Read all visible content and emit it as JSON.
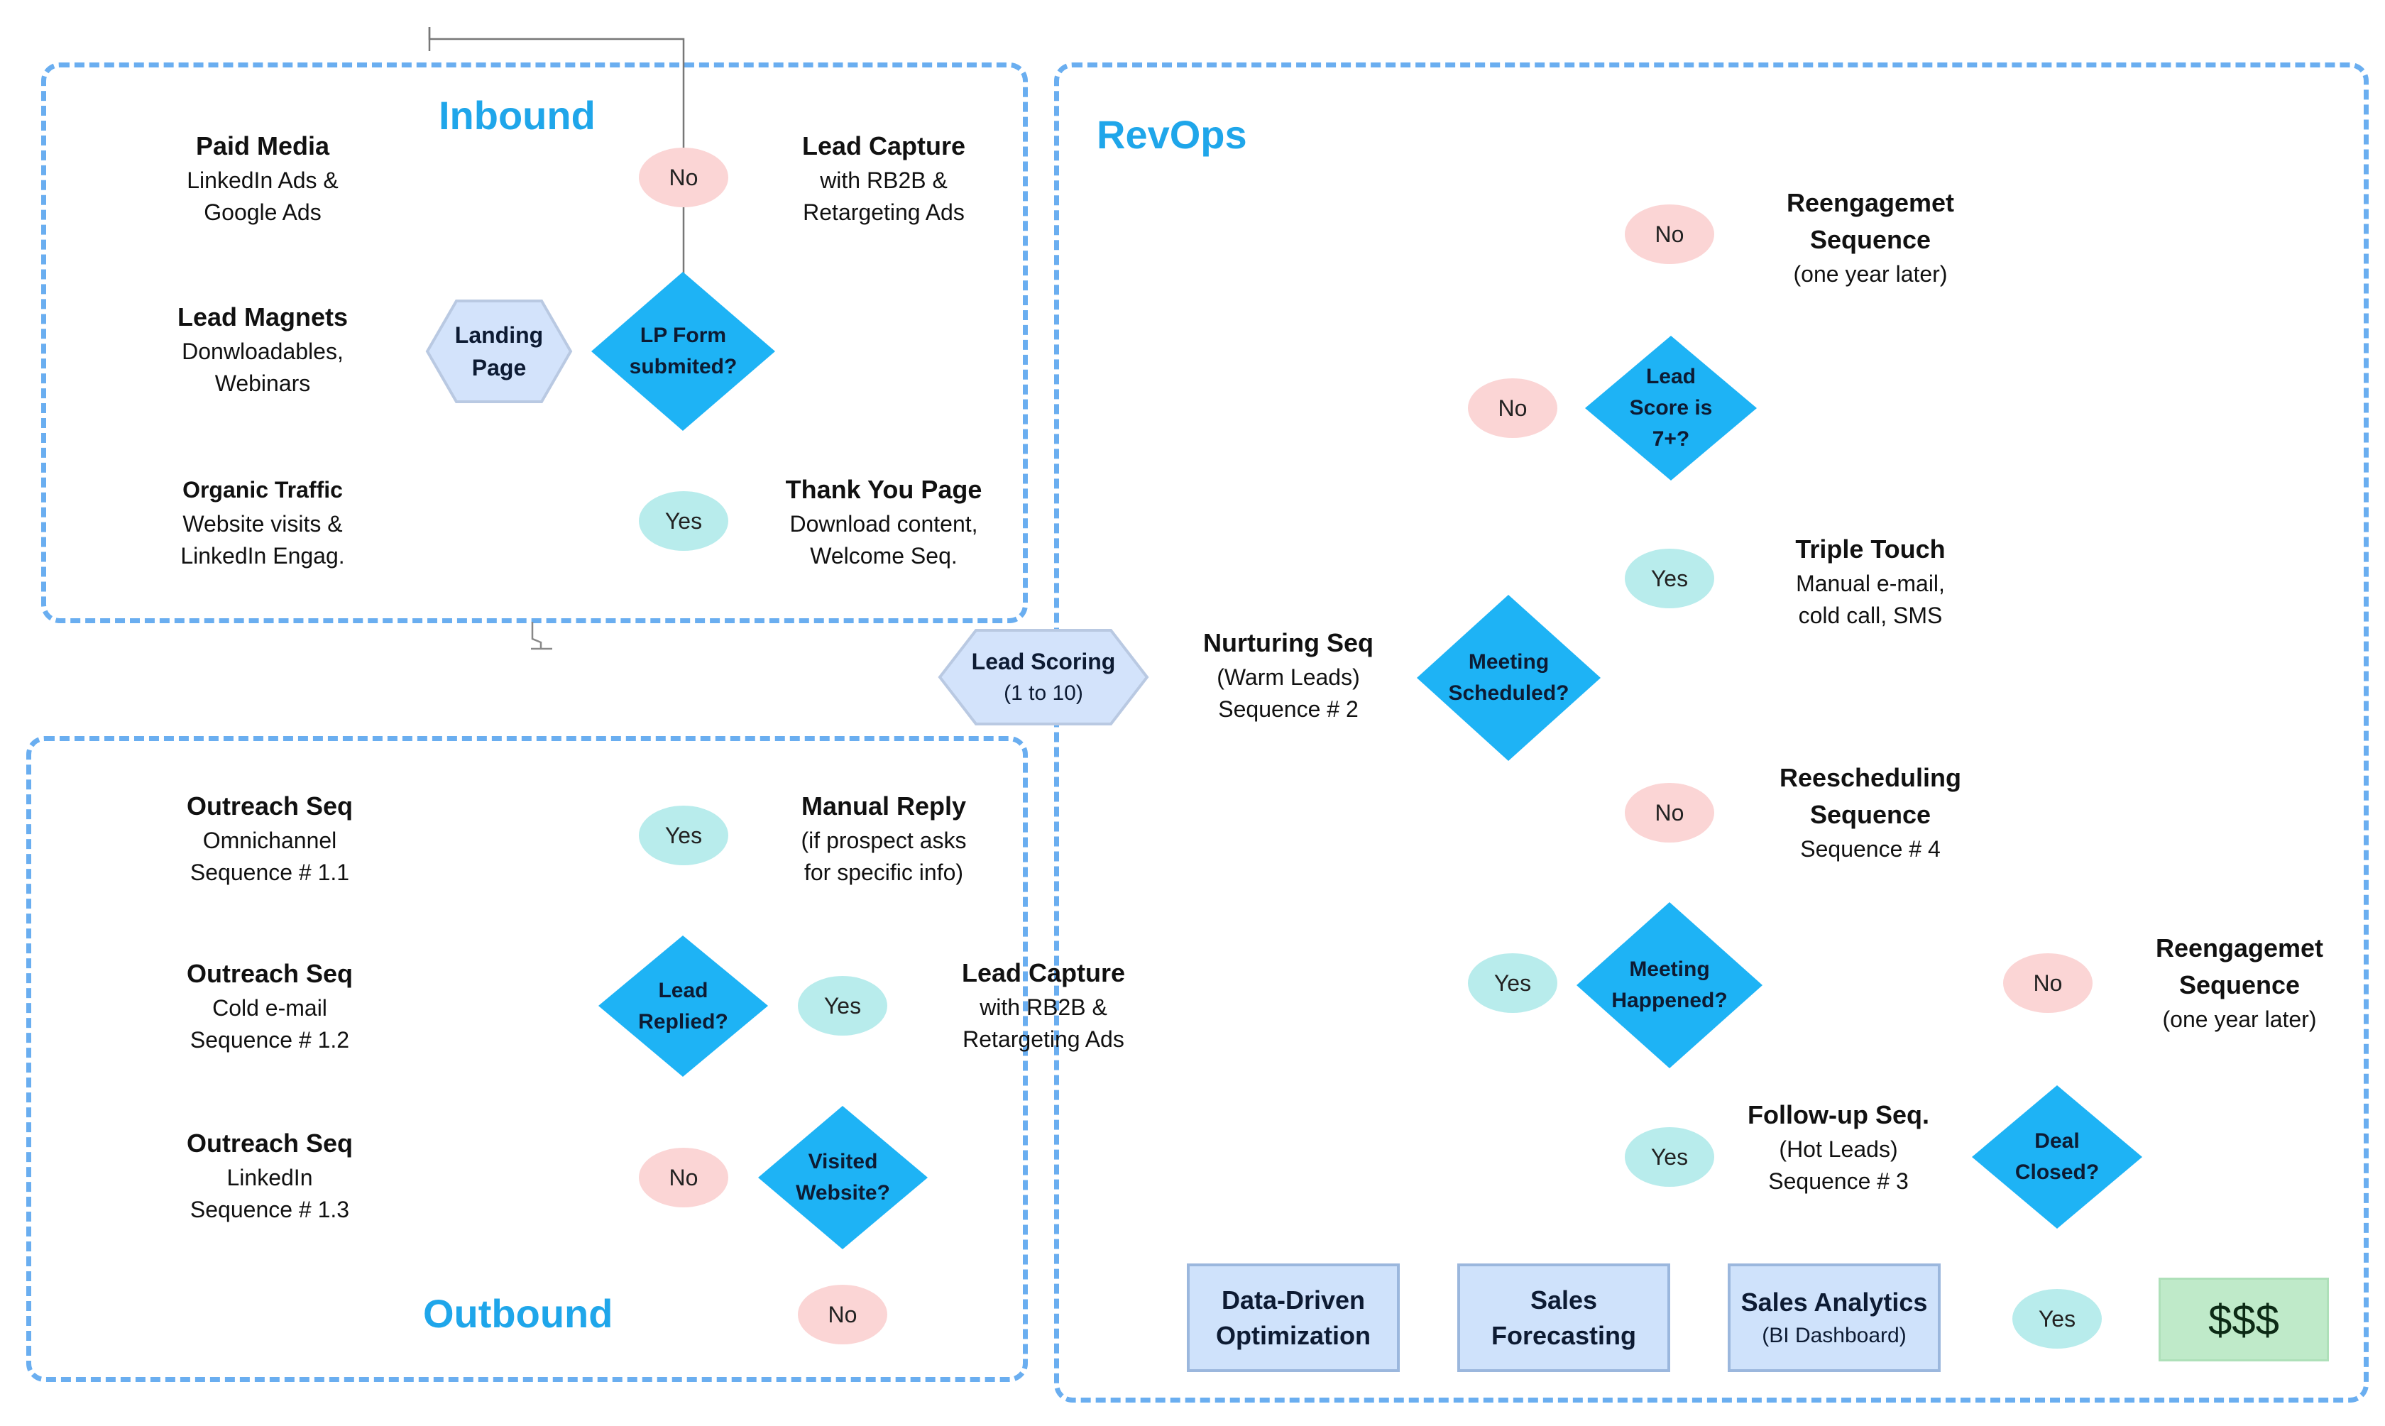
{
  "frames": {
    "inbound_title": "Inbound",
    "revops_title": "RevOps",
    "outbound_title": "Outbound"
  },
  "inbound": {
    "paid_media": {
      "title": "Paid Media",
      "line1": "LinkedIn Ads &",
      "line2": "Google Ads"
    },
    "lead_magnets": {
      "title": "Lead Magnets",
      "line1": "Donwloadables,",
      "line2": "Webinars"
    },
    "organic_traffic": {
      "title": "Organic Traffic",
      "line1": "Website visits &",
      "line2": "LinkedIn Engag."
    },
    "landing_page": {
      "line1": "Landing",
      "line2": "Page"
    },
    "lp_form": {
      "line1": "LP Form",
      "line2": "submited?"
    },
    "no_label": "No",
    "yes_label": "Yes",
    "lead_capture": {
      "title": "Lead Capture",
      "line1": "with RB2B &",
      "line2": "Retargeting Ads"
    },
    "thank_you": {
      "title": "Thank You Page",
      "line1": "Download content,",
      "line2": "Welcome Seq."
    }
  },
  "lead_scoring": {
    "title": "Lead Scoring",
    "sub": "(1 to 10)"
  },
  "outbound": {
    "seq_1_1": {
      "title": "Outreach Seq",
      "line1": "Omnichannel",
      "line2": "Sequence # 1.1"
    },
    "seq_1_2": {
      "title": "Outreach Seq",
      "line1": "Cold e-mail",
      "line2": "Sequence # 1.2"
    },
    "seq_1_3": {
      "title": "Outreach Seq",
      "line1": "LinkedIn",
      "line2": "Sequence # 1.3"
    },
    "yes_manual": "Yes",
    "manual_reply": {
      "title": "Manual Reply",
      "line1": "(if prospect asks",
      "line2": "for specific info)"
    },
    "lead_replied": {
      "line1": "Lead",
      "line2": "Replied?"
    },
    "yes_capture": "Yes",
    "lead_capture": {
      "title": "Lead Capture",
      "line1": "with RB2B &",
      "line2": "Retargeting Ads"
    },
    "no_visited": "No",
    "visited_website": {
      "line1": "Visited",
      "line2": "Website?"
    },
    "no_bottom": "No"
  },
  "revops": {
    "no_reengage": "No",
    "reengage_1": {
      "title1": "Reengagemet",
      "title2": "Sequence",
      "sub": "(one year later)"
    },
    "no_score": "No",
    "lead_score": {
      "line1": "Lead",
      "line2": "Score is",
      "line3": "7+?"
    },
    "yes_triple": "Yes",
    "triple_touch": {
      "title": "Triple Touch",
      "line1": "Manual e-mail,",
      "line2": "cold call, SMS"
    },
    "nurturing": {
      "title": "Nurturing Seq",
      "line1": "(Warm Leads)",
      "line2": "Sequence # 2"
    },
    "meeting_scheduled": {
      "line1": "Meeting",
      "line2": "Scheduled?"
    },
    "no_resched": "No",
    "rescheduling": {
      "title1": "Reescheduling",
      "title2": "Sequence",
      "sub": "Sequence # 4"
    },
    "yes_happened": "Yes",
    "meeting_happened": {
      "line1": "Meeting",
      "line2": "Happened?"
    },
    "no_deal": "No",
    "reengage_2": {
      "title1": "Reengagemet",
      "title2": "Sequence",
      "sub": "(one year later)"
    },
    "yes_followup": "Yes",
    "followup": {
      "title": "Follow-up Seq.",
      "line1": "(Hot Leads)",
      "line2": "Sequence # 3"
    },
    "deal_closed": {
      "line1": "Deal",
      "line2": "Closed?"
    },
    "cards": {
      "data_driven": {
        "line1": "Data-Driven",
        "line2": "Optimization"
      },
      "forecasting": {
        "line1": "Sales",
        "line2": "Forecasting"
      },
      "analytics": {
        "title": "Sales Analytics",
        "sub": "(BI Dashboard)"
      }
    },
    "yes_money": "Yes",
    "money": "$$$"
  },
  "colors": {
    "frame_border": "#6aaef0",
    "title_blue": "#1fa6ea",
    "diamond": "#1eb3f5",
    "no_pill": "#fbd5d5",
    "yes_pill": "#b8ecec",
    "hexagon": "#d3e3fb",
    "card": "#cfe2fb",
    "money": "#bfeac9"
  }
}
